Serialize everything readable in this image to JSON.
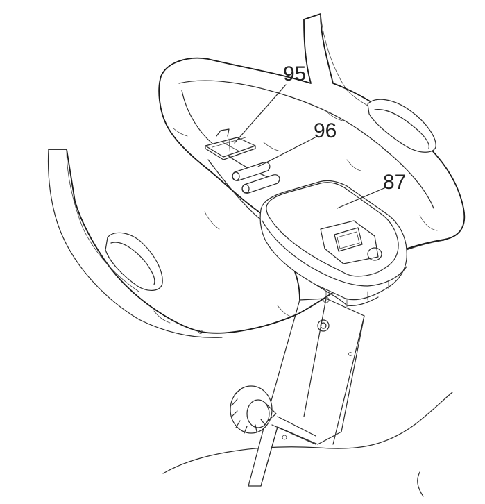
{
  "callouts": [
    {
      "label": "95",
      "part": "battery-cover"
    },
    {
      "label": "96",
      "part": "batteries"
    },
    {
      "label": "87",
      "part": "console"
    }
  ],
  "colors": {
    "line": "#2a2a2a",
    "background": "#ffffff"
  }
}
